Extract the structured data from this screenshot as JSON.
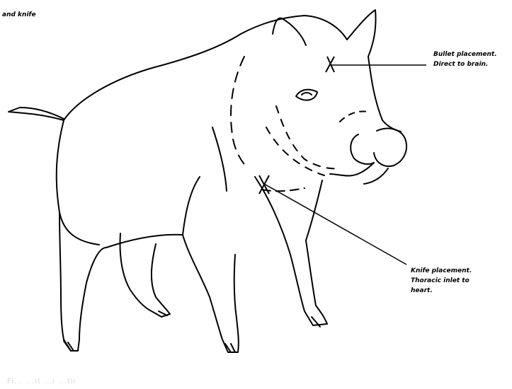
{
  "caption_fragment": "and knife",
  "annotations": {
    "bullet": {
      "line1": "Bullet placement.",
      "line2": "Direct to brain."
    },
    "knife": {
      "line1": "Knife placement.",
      "line2": "Thoracic inlet to",
      "line3": "heart."
    }
  },
  "faint_footer": "Fi... ...it ...i ...tii",
  "colors": {
    "ink": "#000000",
    "background": "#ffffff"
  }
}
